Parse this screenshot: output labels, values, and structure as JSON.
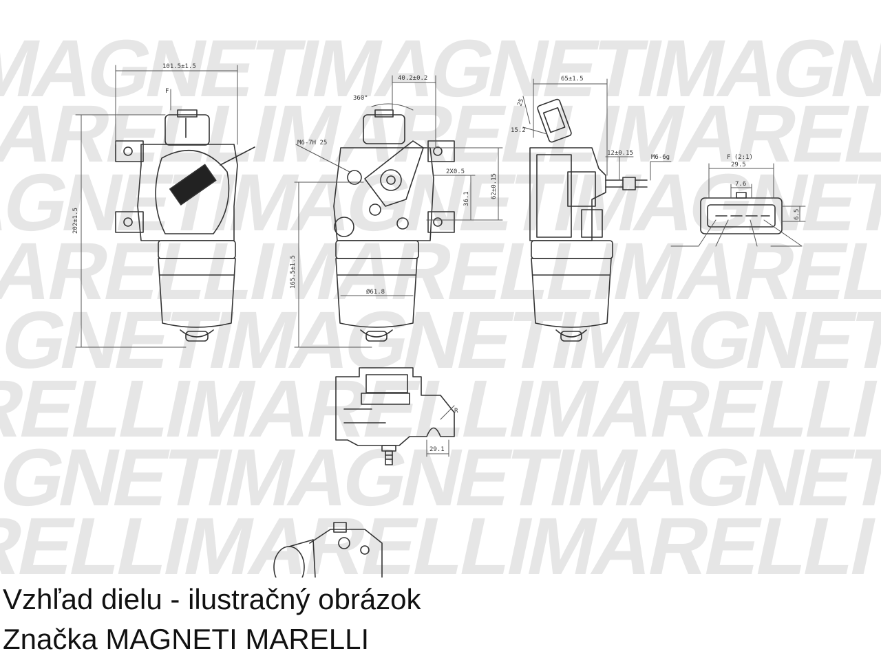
{
  "captions": {
    "line1": "Vzhľad dielu - ilustračný obrázok",
    "line2": "Značka MAGNETI MARELLI"
  },
  "watermark": {
    "row_a": "MAGNETI",
    "row_b": "MARELLI",
    "color": "#e6e6e6"
  },
  "dimensions": {
    "front_width": "101.5±1.5",
    "front_height": "202±1.5",
    "force_label": "F",
    "angle": "360°",
    "offset_top": "40.2±0.2",
    "thread": "M6-7H  25",
    "tolerance": "2X0.5",
    "side_height": "62±0.15",
    "inner_height": "36.1",
    "total_height": "165.5±1.5",
    "diameter": "Ø61.8",
    "side_width": "65±1.5",
    "small_dim_1": "15.2",
    "small_dim_2": "25",
    "shaft_len": "12±0.15",
    "shaft_spec": "M6-6g",
    "conn_force": "F (2:1)",
    "conn_width": "29.5",
    "conn_pitch": "7.6",
    "conn_height": "6.5",
    "bottom_r": "R",
    "bottom_dim": "29.1"
  },
  "colors": {
    "line": "#333333",
    "dim_line": "#555555",
    "caption": "#111111"
  }
}
